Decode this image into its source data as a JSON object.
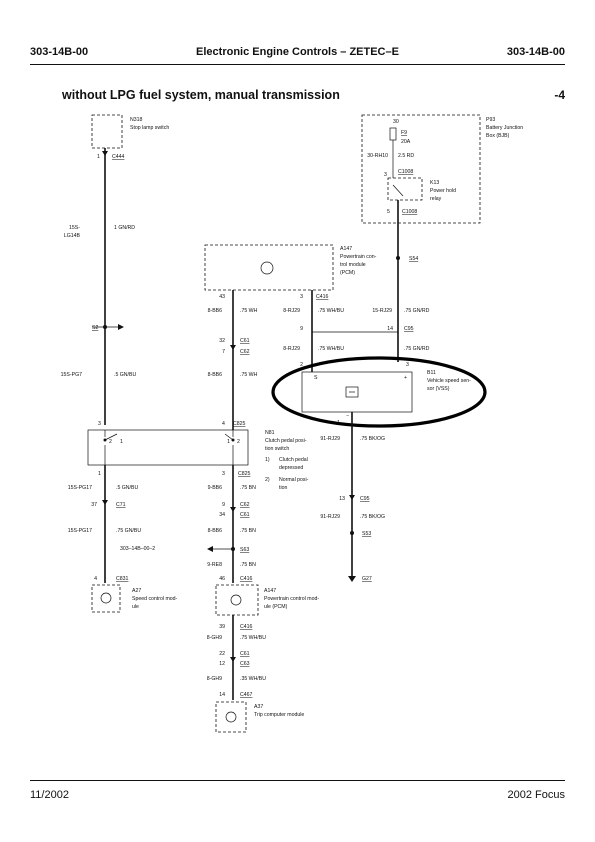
{
  "header": {
    "section_left": "303-14B-00",
    "title": "Electronic Engine Controls – ZETEC–E",
    "section_right": "303-14B-00"
  },
  "subtitle": "without LPG fuel system, manual transmission",
  "page_marker": "-4",
  "footer": {
    "date": "11/2002",
    "model": "2002 Focus"
  },
  "components": {
    "n318": {
      "id": "N318",
      "name": "Stop lamp switch"
    },
    "p93": {
      "id": "P93",
      "name_1": "Battery Junction",
      "name_2": "Box (BJB)"
    },
    "f9": {
      "id": "F9",
      "rating": "20A"
    },
    "k13": {
      "id": "K13",
      "name_1": "Power hold",
      "name_2": "relay"
    },
    "a147_top": {
      "id": "A147",
      "name_1": "Powertrain con-",
      "name_2": "trol module",
      "name_3": "(PCM)"
    },
    "b11": {
      "id": "B11",
      "name_1": "Vehicle speed sen-",
      "name_2": "sor (VSS)"
    },
    "n81": {
      "id": "N81",
      "name_1": "Clutch pedal posi-",
      "name_2": "tion switch",
      "legend_1_num": "1)",
      "legend_1a": "Clutch pedal",
      "legend_1b": "depressed",
      "legend_2_num": "2)",
      "legend_2a": "Normal posi-",
      "legend_2b": "tion"
    },
    "a27": {
      "id": "A27",
      "name_1": "Speed control mod-",
      "name_2": "ule"
    },
    "a147_bottom": {
      "id": "A147",
      "name_1": "Powertrain control mod-",
      "name_2": "ule (PCM)"
    },
    "a37": {
      "id": "A37",
      "name": "Trip computer module"
    }
  },
  "labels": {
    "c444": "C444",
    "pin_n318": "1",
    "ckt_15s": "15S-",
    "ckt_lg14b": "LG14B",
    "wire_1gnrd": "1 GN/RD",
    "s2": "S2",
    "ckt_15spg7": "15S-PG7",
    "wire_5gnbu_top": ".5 GN/BU",
    "pin_n81_3": "3",
    "pin_n81_4": "4",
    "c825_top": "C825",
    "sw_left_2": "2",
    "sw_left_1": "1",
    "sw_right_1": "1",
    "sw_right_2": "2",
    "pin_n81_1": "1",
    "pin_n81_3b": "3",
    "c825_bottom": "C825",
    "ckt_15spg17_a": "15S-PG17",
    "wire_5gnbu_bot": ".5 GN/BU",
    "pin_37": "37",
    "c71": "C71",
    "ckt_15spg17_b": "15S-PG17",
    "wire_75gnbu": ".75 GN/BU",
    "ref_303": "303–14B–00–2",
    "pin_a27": "4",
    "c831": "C831",
    "f9_pin": "30",
    "bjb_ckt": "30-RH10",
    "bjb_wire": "2.5 RD",
    "k13_pin3": "3",
    "c1008_top": "C1008",
    "k13_pin5": "5",
    "c1008_bottom": "C1008",
    "s54": "S54",
    "pin_43": "43",
    "pin_3": "3",
    "c416_top": "C416",
    "ckt_8bb6_a": "8-BB6",
    "wire_75wh_a": ".75 WH",
    "ckt_8rj29_a": "8-RJ29",
    "wire_75whbu_a": ".75 WH/BU",
    "ckt_15rj29": "15-RJ29",
    "wire_75gnrd_a": ".75 GN/RD",
    "pin_9": "9",
    "pin_14": "14",
    "c95_top": "C95",
    "pin_32": "32",
    "c61_a": "C61",
    "pin_7": "7",
    "c62_a": "C62",
    "ckt_8rj29_b": "8-RJ29",
    "wire_75whbu_b": ".75 WH/BU",
    "wire_75gnrd_b": ".75 GN/RD",
    "ckt_8bb6_b": "8-BB6",
    "wire_75wh_b": ".75 WH",
    "vss_pin2": "2",
    "vss_pin1": "1",
    "vss_pin3": "3",
    "vss_s": "S",
    "vss_plus": "+",
    "vss_minus": "−",
    "ckt_91rj29_a": "91-RJ29",
    "wire_75bkog_a": ".75 BK/OG",
    "pin_13": "13",
    "c95_bottom": "C95",
    "ckt_91rj29_b": "91-RJ29",
    "wire_75bkog_b": ".75 BK/OG",
    "s53": "S53",
    "g27": "G27",
    "ckt_9bb6_a": "9-BB6",
    "wire_75bn_a": ".75 BN",
    "pin_9b": "9",
    "c62_b": "C62",
    "pin_34": "34",
    "c61_b": "C61",
    "ckt_8bb6_c": "8-BB6",
    "wire_75bn_b": ".75 BN",
    "s63": "S63",
    "ckt_9re8": "9-RE8",
    "wire_75bn_c": ".75 BN",
    "pin_46": "46",
    "c416_mid": "C416",
    "pin_39": "39",
    "c416_bot": "C416",
    "ckt_8gh9_a": "8-GH9",
    "wire_75whbu_c": ".75 WH/BU",
    "pin_22": "22",
    "c61_c": "C61",
    "pin_12": "12",
    "c63": "C63",
    "ckt_8gh9_b": "8-GH9",
    "wire_35whbu": ".35 WH/BU",
    "pin_14b": "14",
    "c467": "C467"
  }
}
